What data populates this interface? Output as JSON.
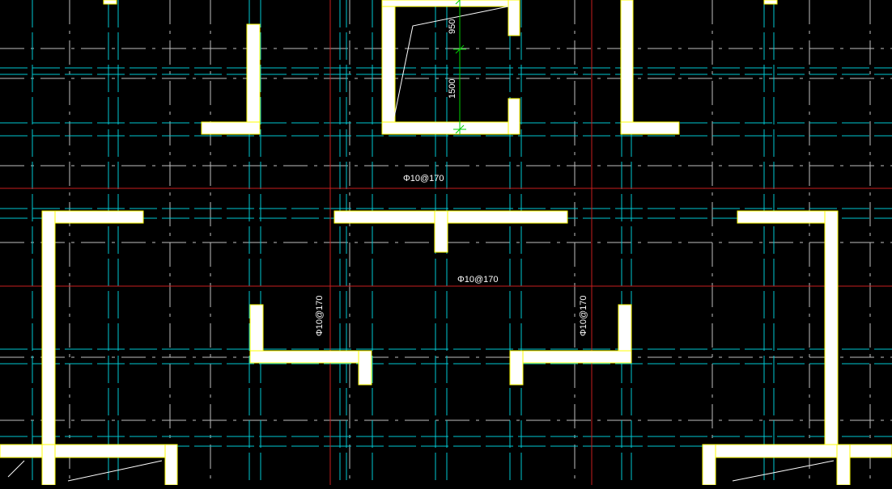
{
  "app": {
    "view": "CAD structural drawing canvas"
  },
  "colors": {
    "background": "#000000",
    "wall_fill": "#ffffff",
    "wall_edge": "#ffff00",
    "axis_line": "#c81e1e",
    "rebar_line": "#00c8d2",
    "hidden_line": "#bfbfbf",
    "dimension": "#00d000",
    "annotation_text": "#ffffff"
  },
  "annotations": {
    "rebar_top": "Φ10@170",
    "rebar_middle": "Φ10@170",
    "rebar_left": "Φ10@170",
    "rebar_right": "Φ10@170"
  },
  "dimensions": {
    "upper": "950",
    "lower": "1500"
  }
}
